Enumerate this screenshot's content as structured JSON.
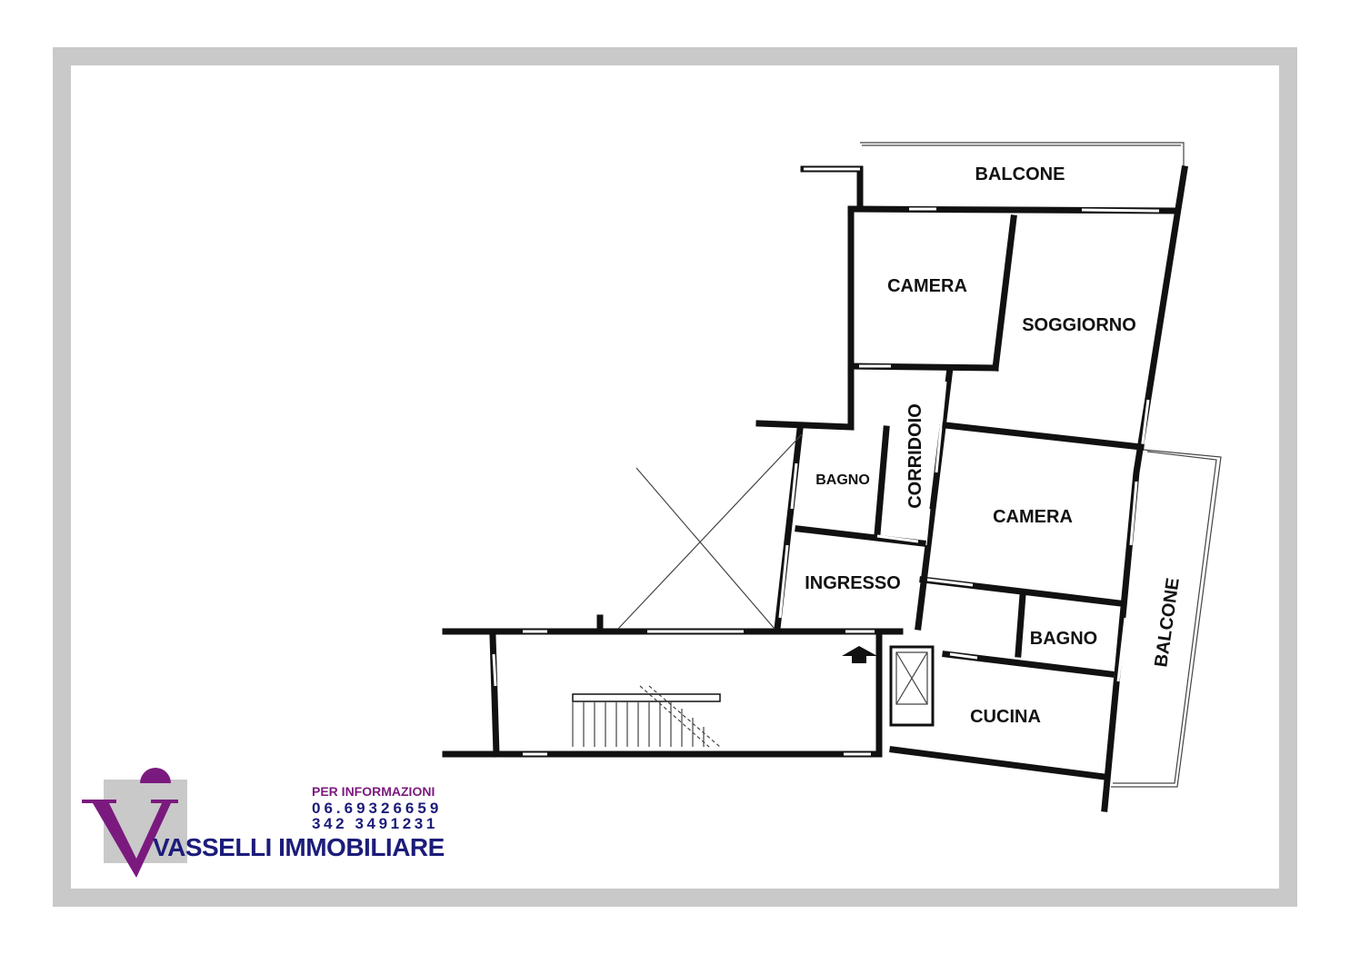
{
  "plan": {
    "rooms": {
      "balcone_top": "BALCONE",
      "camera_1": "CAMERA",
      "soggiorno": "SOGGIORNO",
      "corridoio": "CORRIDOIO",
      "bagno_1": "BAGNO",
      "camera_2": "CAMERA",
      "ingresso": "INGRESSO",
      "bagno_2": "BAGNO",
      "cucina": "CUCINA",
      "balcone_right": "BALCONE"
    }
  },
  "agency": {
    "info_label": "PER INFORMAZIONI",
    "phone_1": "06.69326659",
    "phone_2": "342 3491231",
    "name": "VASSELLI IMMOBILIARE",
    "logo_letters": "Vi",
    "colors": {
      "purple": "#7b1a7e",
      "navy": "#1c1c7a",
      "gray": "#c9c9c9"
    }
  }
}
